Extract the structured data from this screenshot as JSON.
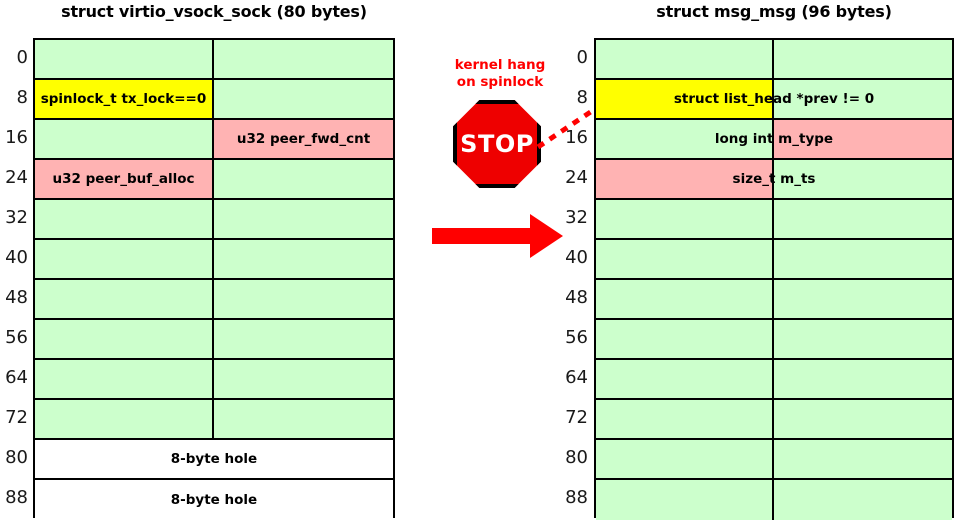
{
  "left_struct": {
    "title": "struct virtio_vsock_sock (80 bytes)",
    "offsets": [
      "0",
      "8",
      "16",
      "24",
      "32",
      "40",
      "48",
      "56",
      "64",
      "72",
      "80",
      "88"
    ],
    "rows": [
      {
        "offset": "0",
        "left_color": "green",
        "right_color": "green",
        "left_label": "",
        "right_label": "",
        "span_label": ""
      },
      {
        "offset": "8",
        "left_color": "yellow",
        "right_color": "green",
        "left_label": "spinlock_t tx_lock==0",
        "right_label": "",
        "span_label": ""
      },
      {
        "offset": "16",
        "left_color": "green",
        "right_color": "pink",
        "left_label": "",
        "right_label": "u32 peer_fwd_cnt",
        "span_label": ""
      },
      {
        "offset": "24",
        "left_color": "pink",
        "right_color": "green",
        "left_label": "u32 peer_buf_alloc",
        "right_label": "",
        "span_label": ""
      },
      {
        "offset": "32",
        "left_color": "green",
        "right_color": "green",
        "left_label": "",
        "right_label": "",
        "span_label": ""
      },
      {
        "offset": "40",
        "left_color": "green",
        "right_color": "green",
        "left_label": "",
        "right_label": "",
        "span_label": ""
      },
      {
        "offset": "48",
        "left_color": "green",
        "right_color": "green",
        "left_label": "",
        "right_label": "",
        "span_label": ""
      },
      {
        "offset": "56",
        "left_color": "green",
        "right_color": "green",
        "left_label": "",
        "right_label": "",
        "span_label": ""
      },
      {
        "offset": "64",
        "left_color": "green",
        "right_color": "green",
        "left_label": "",
        "right_label": "",
        "span_label": ""
      },
      {
        "offset": "72",
        "left_color": "green",
        "right_color": "green",
        "left_label": "",
        "right_label": "",
        "span_label": ""
      },
      {
        "offset": "80",
        "left_color": "white",
        "right_color": "white",
        "left_label": "",
        "right_label": "",
        "span_label": "8-byte hole"
      },
      {
        "offset": "88",
        "left_color": "white",
        "right_color": "white",
        "left_label": "",
        "right_label": "",
        "span_label": "8-byte hole"
      }
    ]
  },
  "right_struct": {
    "title": "struct msg_msg (96 bytes)",
    "offsets": [
      "0",
      "8",
      "16",
      "24",
      "32",
      "40",
      "48",
      "56",
      "64",
      "72",
      "80",
      "88"
    ],
    "rows": [
      {
        "offset": "0",
        "left_color": "green",
        "right_color": "green",
        "span_label": ""
      },
      {
        "offset": "8",
        "left_color": "yellow",
        "right_color": "green",
        "span_label": "struct list_head *prev != 0"
      },
      {
        "offset": "16",
        "left_color": "green",
        "right_color": "pink",
        "span_label": "long int m_type"
      },
      {
        "offset": "24",
        "left_color": "pink",
        "right_color": "green",
        "span_label": "size_t m_ts"
      },
      {
        "offset": "32",
        "left_color": "green",
        "right_color": "green",
        "span_label": ""
      },
      {
        "offset": "40",
        "left_color": "green",
        "right_color": "green",
        "span_label": ""
      },
      {
        "offset": "48",
        "left_color": "green",
        "right_color": "green",
        "span_label": ""
      },
      {
        "offset": "56",
        "left_color": "green",
        "right_color": "green",
        "span_label": ""
      },
      {
        "offset": "64",
        "left_color": "green",
        "right_color": "green",
        "span_label": ""
      },
      {
        "offset": "72",
        "left_color": "green",
        "right_color": "green",
        "span_label": ""
      },
      {
        "offset": "80",
        "left_color": "green",
        "right_color": "green",
        "span_label": ""
      },
      {
        "offset": "88",
        "left_color": "green",
        "right_color": "green",
        "span_label": ""
      }
    ]
  },
  "annotation": {
    "warning_line1": "kernel hang",
    "warning_line2": "on spinlock",
    "stop_label": "STOP"
  },
  "colors": {
    "green": "#ccffcc",
    "pink": "#ffb3b3",
    "yellow": "#ffff00",
    "white": "#ffffff",
    "red": "#ff0000",
    "stop_red": "#ee0000",
    "border": "#000000",
    "text": "#000000"
  }
}
